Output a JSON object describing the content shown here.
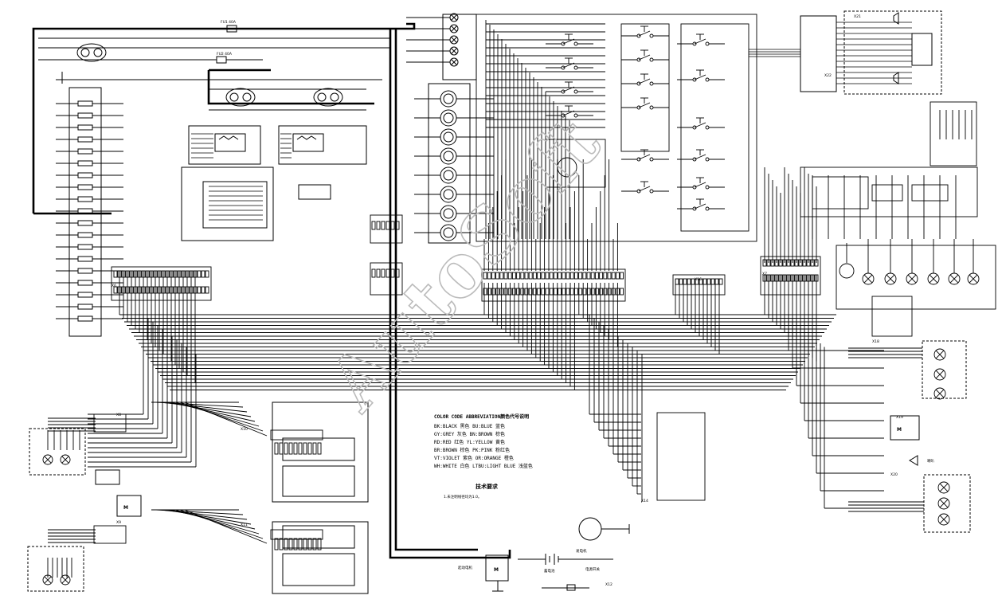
{
  "fuse_labels": {
    "fuse_top": "FU1 40A",
    "fuse_mid": "FU2 40A"
  },
  "watermark": "AutoSoft",
  "legend": {
    "title": "COLOR CODE ABBREVIATION颜色代号说明",
    "rows": [
      [
        "BK:BLACK",
        "黑色",
        "BU:BLUE",
        "蓝色"
      ],
      [
        "GY:GREY",
        "灰色",
        "BN:BROWN",
        "棕色"
      ],
      [
        "RD:RED",
        "红色",
        "YL:YELLOW",
        "黄色"
      ],
      [
        "BR:BROWN",
        "棕色",
        "PK:PINK",
        "粉红色"
      ],
      [
        "VT:VIOLET",
        "紫色",
        "OR:ORANGE",
        "橙色"
      ],
      [
        "WH:WHITE",
        "白色",
        "LTBU:LIGHT BLUE",
        "浅蓝色"
      ]
    ]
  },
  "tech_note": {
    "title": "技术要求",
    "text": "1.未注明线径均为1.0。"
  },
  "connectors": {
    "x21": "X21",
    "x22": "X22",
    "x18": "X18",
    "x19": "X19",
    "x20": "X20",
    "x8": "X8",
    "x9": "X9",
    "x10": "X10",
    "x11": "X11",
    "x6": "X6",
    "x7": "X7",
    "x12": "X12",
    "x14": "X14",
    "x16": "X16"
  },
  "components": {
    "motor": "M",
    "horn": "喇叭",
    "generator": "发电机",
    "battery": "蓄电池",
    "starter": "起动电机",
    "power_switch": "电源开关"
  }
}
